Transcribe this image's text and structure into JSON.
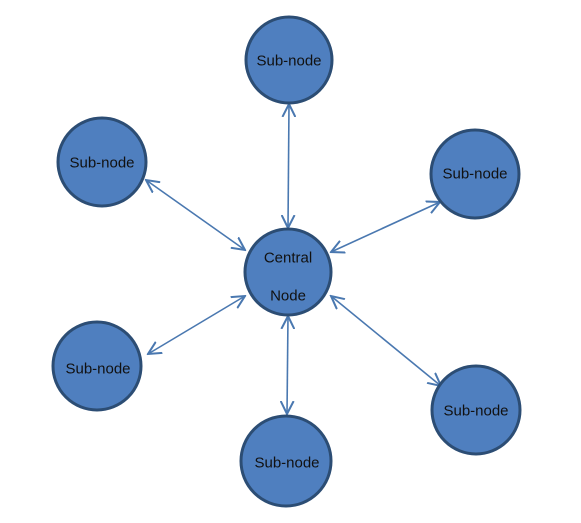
{
  "colors": {
    "node_fill": "#4f7fbf",
    "node_stroke": "#2c4d74",
    "edge": "#4a78b0"
  },
  "central_node": {
    "label_line1": "Central",
    "label_line2": "Node"
  },
  "sub_nodes": [
    {
      "id": "top",
      "label": "Sub-node"
    },
    {
      "id": "upper-left",
      "label": "Sub-node"
    },
    {
      "id": "upper-right",
      "label": "Sub-node"
    },
    {
      "id": "lower-left",
      "label": "Sub-node"
    },
    {
      "id": "lower-right",
      "label": "Sub-node"
    },
    {
      "id": "bottom",
      "label": "Sub-node"
    }
  ],
  "edges": [
    {
      "from": "central",
      "to": "top",
      "arrows": "both"
    },
    {
      "from": "central",
      "to": "upper-left",
      "arrows": "both"
    },
    {
      "from": "central",
      "to": "upper-right",
      "arrows": "both"
    },
    {
      "from": "central",
      "to": "lower-left",
      "arrows": "both"
    },
    {
      "from": "central",
      "to": "lower-right",
      "arrows": "both"
    },
    {
      "from": "central",
      "to": "bottom",
      "arrows": "both"
    }
  ]
}
